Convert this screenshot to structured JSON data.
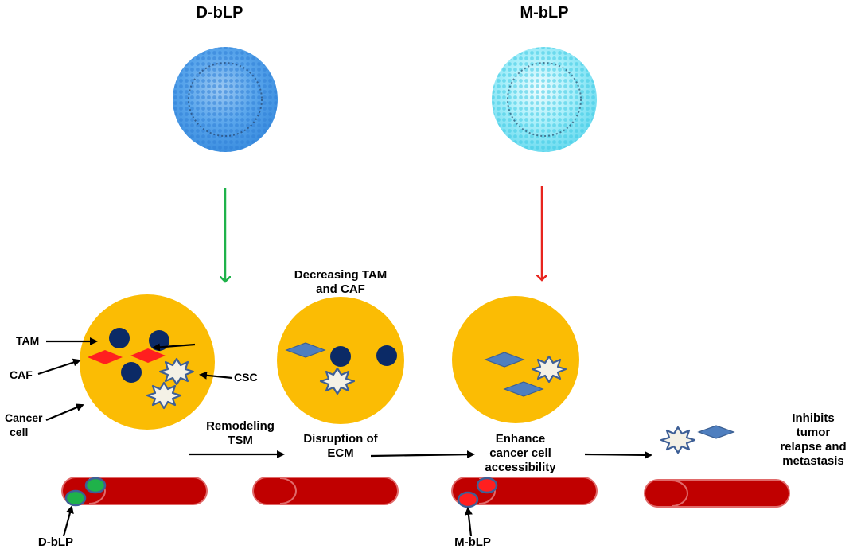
{
  "titles": {
    "left": "D-bLP",
    "right": "M-bLP"
  },
  "labels": {
    "tam": "TAM",
    "caf": "CAF",
    "csc": "CSC",
    "cancer_cell_line1": "Cancer",
    "cancer_cell_line2": "cell",
    "decreasing_line1": "Decreasing TAM",
    "decreasing_line2": "and CAF",
    "remodeling_line1": "Remodeling",
    "remodeling_line2": "TSM",
    "disruption_line1": "Disruption of",
    "disruption_line2": "ECM",
    "enhance_line1": "Enhance",
    "enhance_line2": "cancer cell",
    "enhance_line3": "accessibility",
    "inhibits_line1": "Inhibits",
    "inhibits_line2": "tumor",
    "inhibits_line3": "relapse and",
    "inhibits_line4": "metastasis",
    "dblp_bottom": "D-bLP",
    "mblp_bottom": "M-bLP"
  },
  "colors": {
    "tumor": "#fbbc04",
    "tam": "#0b2a66",
    "caf_active": "#ff1f1f",
    "caf_inactive": "#4f7fbf",
    "vessel": "#c00000",
    "dblp_particle": "#1fb24a",
    "mblp_particle": "#ff1f1f",
    "dblp_sphere": "#4a9be8",
    "mblp_sphere": "#7fe3f2",
    "green_arrow": "#1fb24a",
    "red_arrow": "#e8241e"
  }
}
